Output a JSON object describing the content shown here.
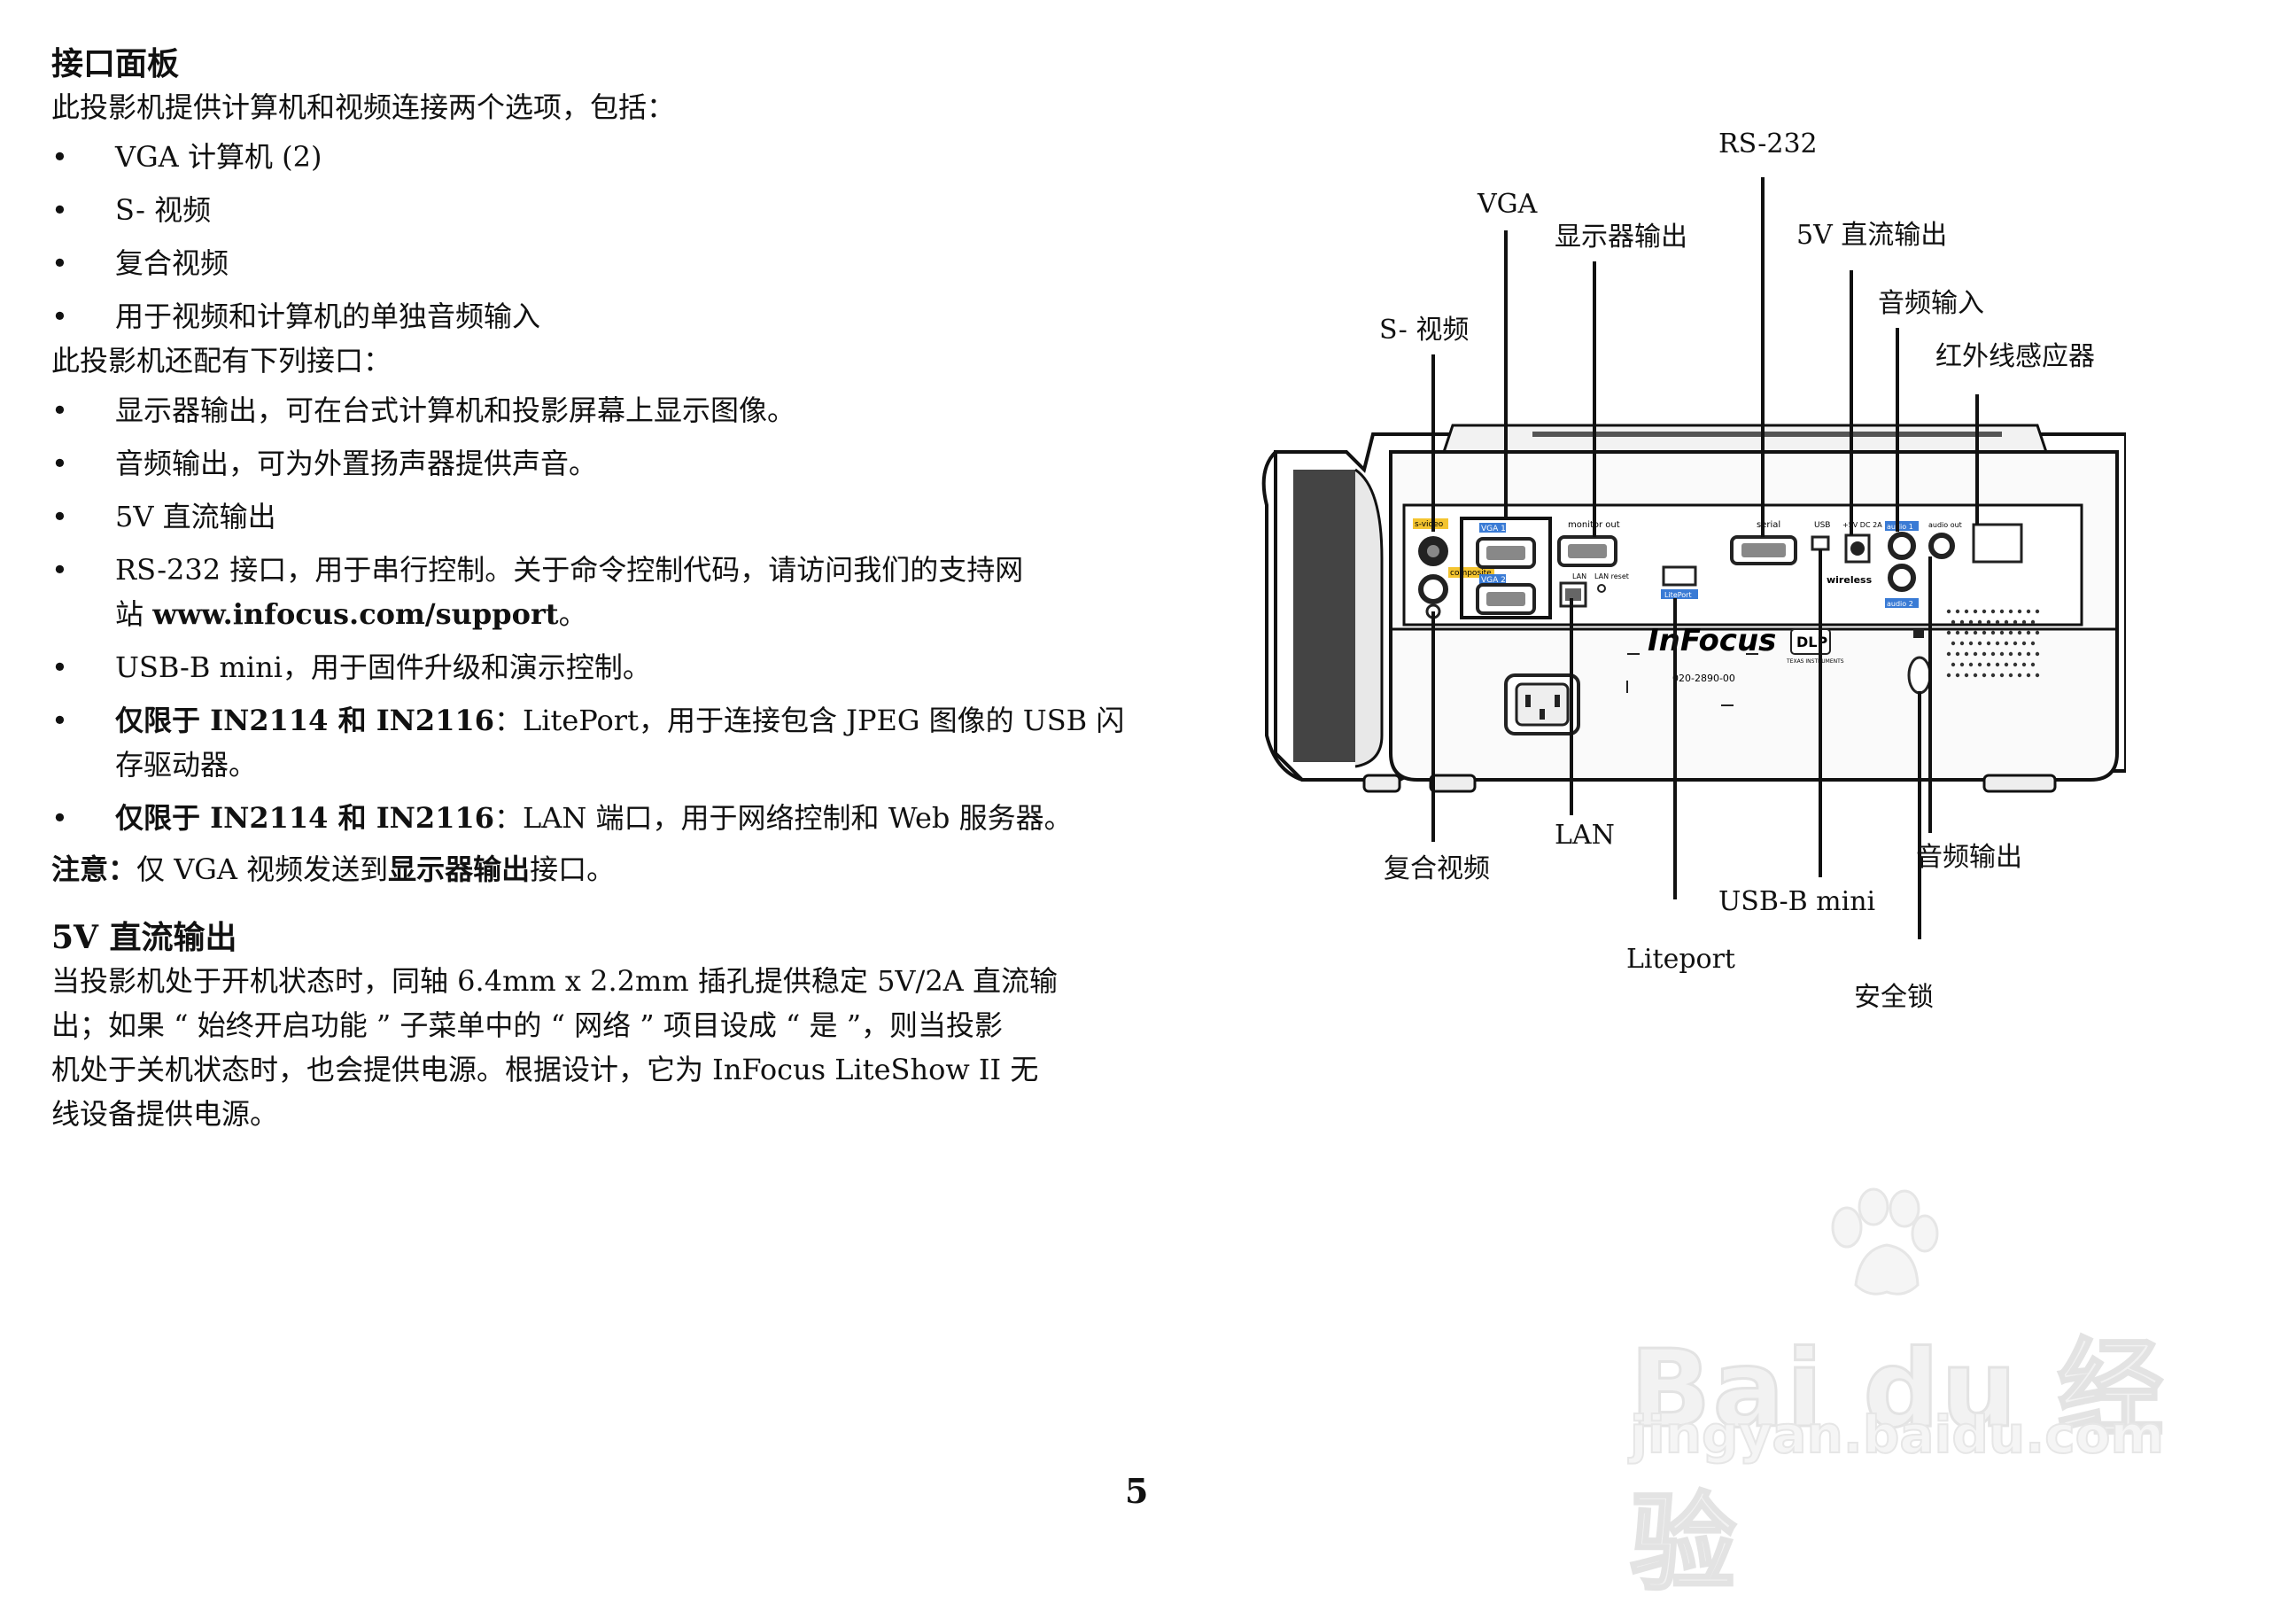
{
  "section1": {
    "title": "接口面板",
    "intro": "此投影机提供计算机和视频连接两个选项，包括：",
    "bullets_a": [
      "VGA 计算机 (2)",
      "S- 视频",
      "复合视频",
      "用于视频和计算机的单独音频输入"
    ],
    "intro2": "此投影机还配有下列接口：",
    "bullets_b": {
      "monitor": "显示器输出，可在台式计算机和投影屏幕上显示图像。",
      "audio": "音频输出，可为外置扬声器提供声音。",
      "dc": "5V 直流输出",
      "rs232_a": "RS-232 接口，用于串行控制。关于命令控制代码，请访问我们的支持网",
      "rs232_b": "站 ",
      "rs232_url": "www.infocus.com/support",
      "rs232_c": "。",
      "usb": "USB-B mini，用于固件升级和演示控制。",
      "liteport_bold": "仅限于 IN2114 和 IN2116",
      "liteport_a": "：LitePort，用于连接包含 JPEG 图像的 USB 闪",
      "liteport_b": "存驱动器。",
      "lan_bold": "仅限于 IN2114 和 IN2116",
      "lan_text": "：LAN 端口，用于网络控制和 Web 服务器。"
    },
    "note_bold": "注意：",
    "note_a": "仅 VGA 视频发送到",
    "note_bold2": "显示器输出",
    "note_b": "接口。"
  },
  "section2": {
    "title": "5V 直流输出",
    "lines": [
      "当投影机处于开机状态时，同轴 6.4mm x 2.2mm 插孔提供稳定 5V/2A 直流输",
      "出；如果 “ 始终开启功能 ” 子菜单中的 “ 网络 ” 项目设成 “ 是 ”，则当投影",
      "机处于关机状态时，也会提供电源。根据设计，它为 InFocus LiteShow II 无",
      "线设备提供电源。"
    ]
  },
  "figure": {
    "labels": {
      "rs232": "RS-232",
      "vga": "VGA",
      "monitor_out": "显示器输出",
      "dc_out": "5V 直流输出",
      "audio_in": "音频输入",
      "svideo": "S- 视频",
      "ir": "红外线感应器",
      "composite": "复合视频",
      "lan": "LAN",
      "usb_mini": "USB-B mini",
      "audio_out": "音频输出",
      "liteport": "Liteport",
      "lock": "安全锁"
    },
    "panel": {
      "svideo": "s-video",
      "vga1": "VGA 1",
      "vga2": "VGA 2",
      "composite": "composite",
      "monitor": "monitor out",
      "serial": "serial",
      "usb": "USB",
      "dc": "+5V DC 2A",
      "audio1": "audio 1",
      "audio2": "audio 2",
      "audioout": "audio out",
      "lan": "LAN",
      "lanreset": "LAN reset",
      "liteport": "LitePort",
      "wireless": "wireless",
      "brand": "InFocus",
      "dlp": "DLP",
      "ti": "TEXAS INSTRUMENTS",
      "part": "020-2890-00"
    }
  },
  "page_number": "5",
  "watermark": {
    "brand": "Bai du 经验",
    "url": "jingyan.baidu.com"
  }
}
